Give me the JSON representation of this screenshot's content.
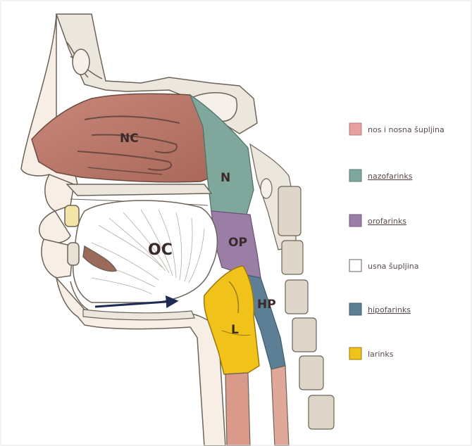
{
  "regions": {
    "nasal_cavity": "NC",
    "nasopharynx": "N",
    "oral_cavity": "OC",
    "oropharynx": "OP",
    "hypopharynx": "HP",
    "larynx": "L"
  },
  "legend": [
    {
      "color": "#e8a0a0",
      "label": "nos i nosna šupljina",
      "underlined": false
    },
    {
      "color": "#7fa79c",
      "label": "nazofarinks",
      "underlined": true
    },
    {
      "color": "#9a7ea6",
      "label": "orofarinks",
      "underlined": true
    },
    {
      "color": "#ffffff",
      "label": "usna šupljina",
      "underlined": false
    },
    {
      "color": "#5d7f95",
      "label": "hipofarinks",
      "underlined": true
    },
    {
      "color": "#f0c21a",
      "label": "larinks",
      "underlined": false
    }
  ]
}
